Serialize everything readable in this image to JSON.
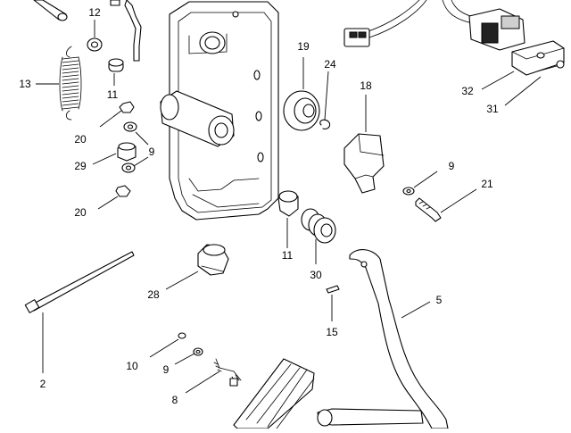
{
  "callouts": [
    {
      "id": "c12",
      "text": "12"
    },
    {
      "id": "c13",
      "text": "13"
    },
    {
      "id": "c11a",
      "text": "11"
    },
    {
      "id": "c20a",
      "text": "20"
    },
    {
      "id": "c9a",
      "text": "9"
    },
    {
      "id": "c29",
      "text": "29"
    },
    {
      "id": "c20b",
      "text": "20"
    },
    {
      "id": "c19",
      "text": "19"
    },
    {
      "id": "c24",
      "text": "24"
    },
    {
      "id": "c18",
      "text": "18"
    },
    {
      "id": "c32",
      "text": "32"
    },
    {
      "id": "c31",
      "text": "31"
    },
    {
      "id": "c9b",
      "text": "9"
    },
    {
      "id": "c21",
      "text": "21"
    },
    {
      "id": "c11b",
      "text": "11"
    },
    {
      "id": "c30",
      "text": "30"
    },
    {
      "id": "c28",
      "text": "28"
    },
    {
      "id": "c5",
      "text": "5"
    },
    {
      "id": "c15",
      "text": "15"
    },
    {
      "id": "c2",
      "text": "2"
    },
    {
      "id": "c10",
      "text": "10"
    },
    {
      "id": "c9c",
      "text": "9"
    },
    {
      "id": "c8",
      "text": "8"
    }
  ]
}
